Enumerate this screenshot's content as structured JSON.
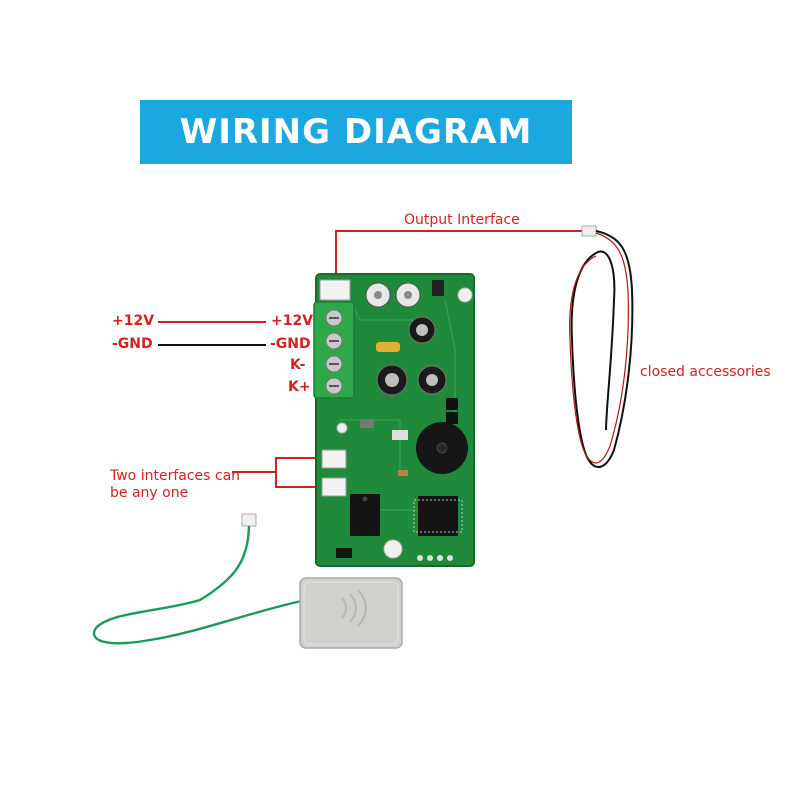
{
  "title": "WIRING DIAGRAM",
  "colors": {
    "banner": "#1ba8e0",
    "label_red": "#d32020",
    "pcb_green": "#1f8a3a",
    "terminal_green": "#2fa84a",
    "reader_gray": "#cfd1cc",
    "wire_green": "#1b9a5a",
    "wire_red": "#b01818"
  },
  "labels": {
    "output_interface": "Output Interface",
    "closed_accessories": "closed accessories",
    "left_12v": "+12V",
    "left_gnd": "-GND",
    "term_12v": "+12V",
    "term_gnd": "-GND",
    "term_k_minus": "K-",
    "term_k_plus": "K+",
    "two_interfaces_line1": "Two interfaces can",
    "two_interfaces_line2": "be any one"
  }
}
